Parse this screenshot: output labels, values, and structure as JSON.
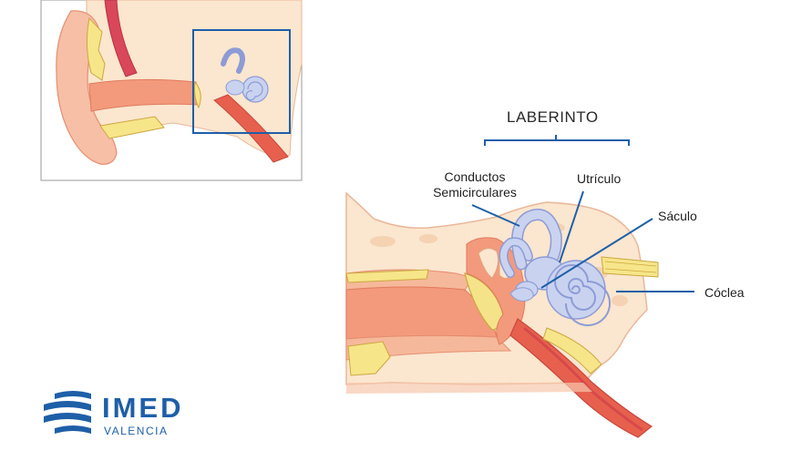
{
  "diagram": {
    "title": "LABERINTO",
    "labels": {
      "conductos": [
        "Conductos",
        "Semicirculares"
      ],
      "utriculo": "Utrículo",
      "saculo": "Sáculo",
      "coclea": "Cóclea"
    }
  },
  "brand": {
    "name": "IMED",
    "city": "VALENCIA"
  },
  "colors": {
    "accent": "#1e5fa8",
    "bone": "#fbe6cf",
    "skin": "#f6b89a",
    "canal": "#f08e6f",
    "labyrinth": "#c9d3f0",
    "labyrinth_stroke": "#8d9bd6",
    "cartilage": "#f7e58a"
  }
}
